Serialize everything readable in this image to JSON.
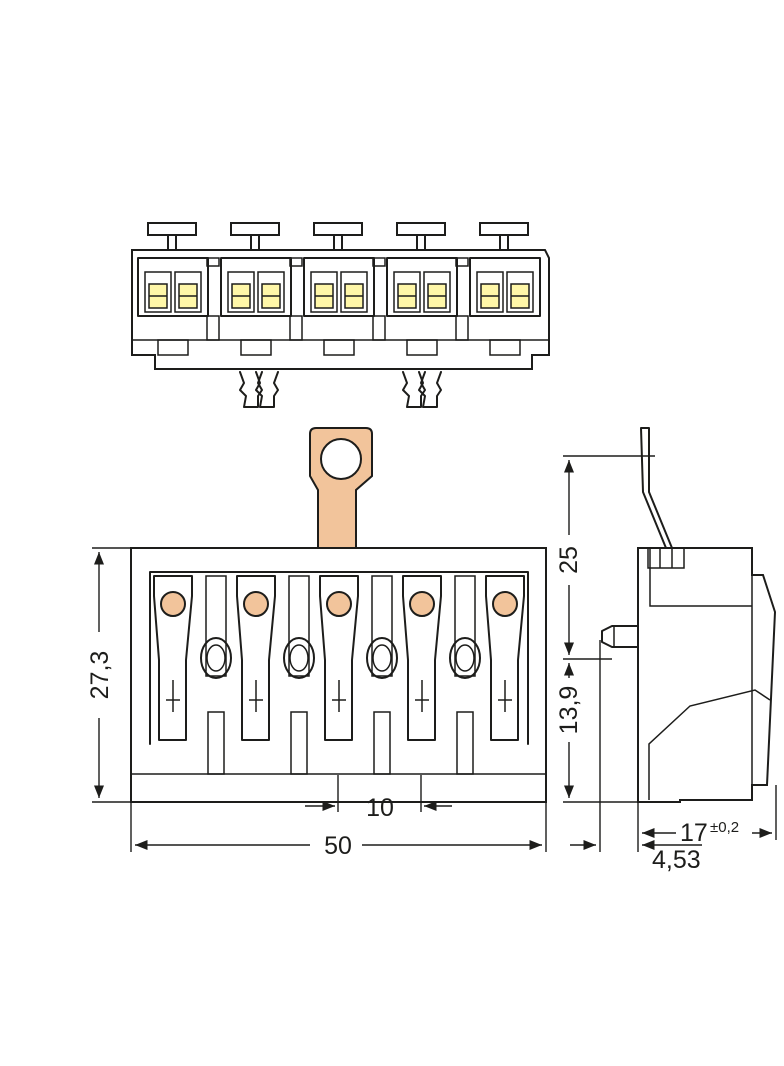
{
  "dimensions": {
    "width_total": "50",
    "pitch": "10",
    "height_body": "27,3",
    "height_tab": "25",
    "height_lower": "13,9",
    "depth": "17",
    "depth_tolerance": "±0,2",
    "offset": "4,53"
  },
  "colors": {
    "line": "#1d1d1b",
    "copper": "#f2c49b",
    "clamp": "#fff7a8",
    "background": "#ffffff"
  }
}
